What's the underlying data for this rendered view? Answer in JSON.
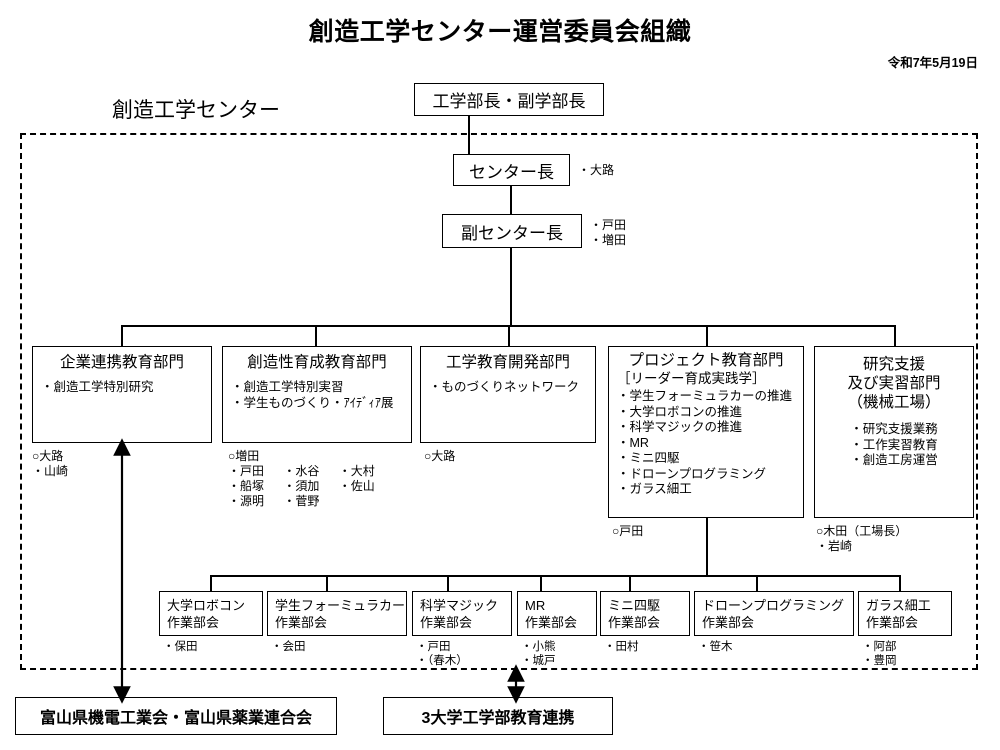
{
  "header": {
    "title": "創造工学センター運営委員会組織",
    "date": "令和7年5月19日",
    "center_label": "創造工学センター"
  },
  "executive": {
    "dean": "工学部長・副学部長",
    "center_director": "センター長",
    "center_director_members": "・大路",
    "vice_director": "副センター長",
    "vice_director_members_1": "・戸田",
    "vice_director_members_2": "・増田"
  },
  "departments": [
    {
      "title": "企業連携教育部門",
      "subtitle": "",
      "items": [
        "・創造工学特別研究"
      ],
      "members": [
        [
          "○大路"
        ],
        [
          "・山崎"
        ]
      ]
    },
    {
      "title": "創造性育成教育部門",
      "subtitle": "",
      "items": [
        "・創造工学特別実習",
        "・学生ものづくり・ｱｲﾃﾞｨｱ展"
      ],
      "members": [
        [
          "○増田"
        ],
        [
          "・戸田",
          "・水谷",
          "・大村"
        ],
        [
          "・船塚",
          "・須加",
          "・佐山"
        ],
        [
          "・源明",
          "・菅野"
        ]
      ]
    },
    {
      "title": "工学教育開発部門",
      "subtitle": "",
      "items": [
        "・ものづくりネットワーク"
      ],
      "members": [
        [
          "○大路"
        ]
      ]
    },
    {
      "title": "プロジェクト教育部門",
      "subtitle": "［リーダー育成実践学］",
      "items": [
        "・学生フォーミュラカーの推進",
        "・大学ロボコンの推進",
        "・科学マジックの推進",
        "・MR",
        "・ミニ四駆",
        "・ドローンプログラミング",
        "・ガラス細工"
      ],
      "members": [
        [
          "○戸田"
        ]
      ]
    },
    {
      "title": "研究支援",
      "subtitle": "及び実習部門",
      "subtitle2": "（機械工場）",
      "items": [
        "・研究支援業務",
        "・工作実習教育",
        "・創造工房運営"
      ],
      "members": [
        [
          "○木田（工場長）"
        ],
        [
          "・岩崎"
        ]
      ]
    }
  ],
  "working_groups": [
    {
      "line1": "大学ロボコン",
      "line2": "作業部会",
      "members": [
        "・保田"
      ]
    },
    {
      "line1": "学生フォーミュラカー",
      "line2": "作業部会",
      "members": [
        "・会田"
      ]
    },
    {
      "line1": "科学マジック",
      "line2": "作業部会",
      "members": [
        "・戸田",
        "・（春木）"
      ]
    },
    {
      "line1": "MR",
      "line2": "作業部会",
      "members": [
        "・小熊",
        "・城戸"
      ]
    },
    {
      "line1": "ミニ四駆",
      "line2": "作業部会",
      "members": [
        "・田村"
      ]
    },
    {
      "line1": "ドローンプログラミング",
      "line2": "作業部会",
      "members": [
        "・笹木"
      ]
    },
    {
      "line1": "ガラス細工",
      "line2": "作業部会",
      "members": [
        "・阿部",
        "・豊岡"
      ]
    }
  ],
  "external": [
    {
      "label": "富山県機電工業会・富山県薬業連合会"
    },
    {
      "label": "3大学工学部教育連携"
    }
  ],
  "colors": {
    "line": "#000000",
    "background": "#ffffff",
    "border": "#000000"
  }
}
